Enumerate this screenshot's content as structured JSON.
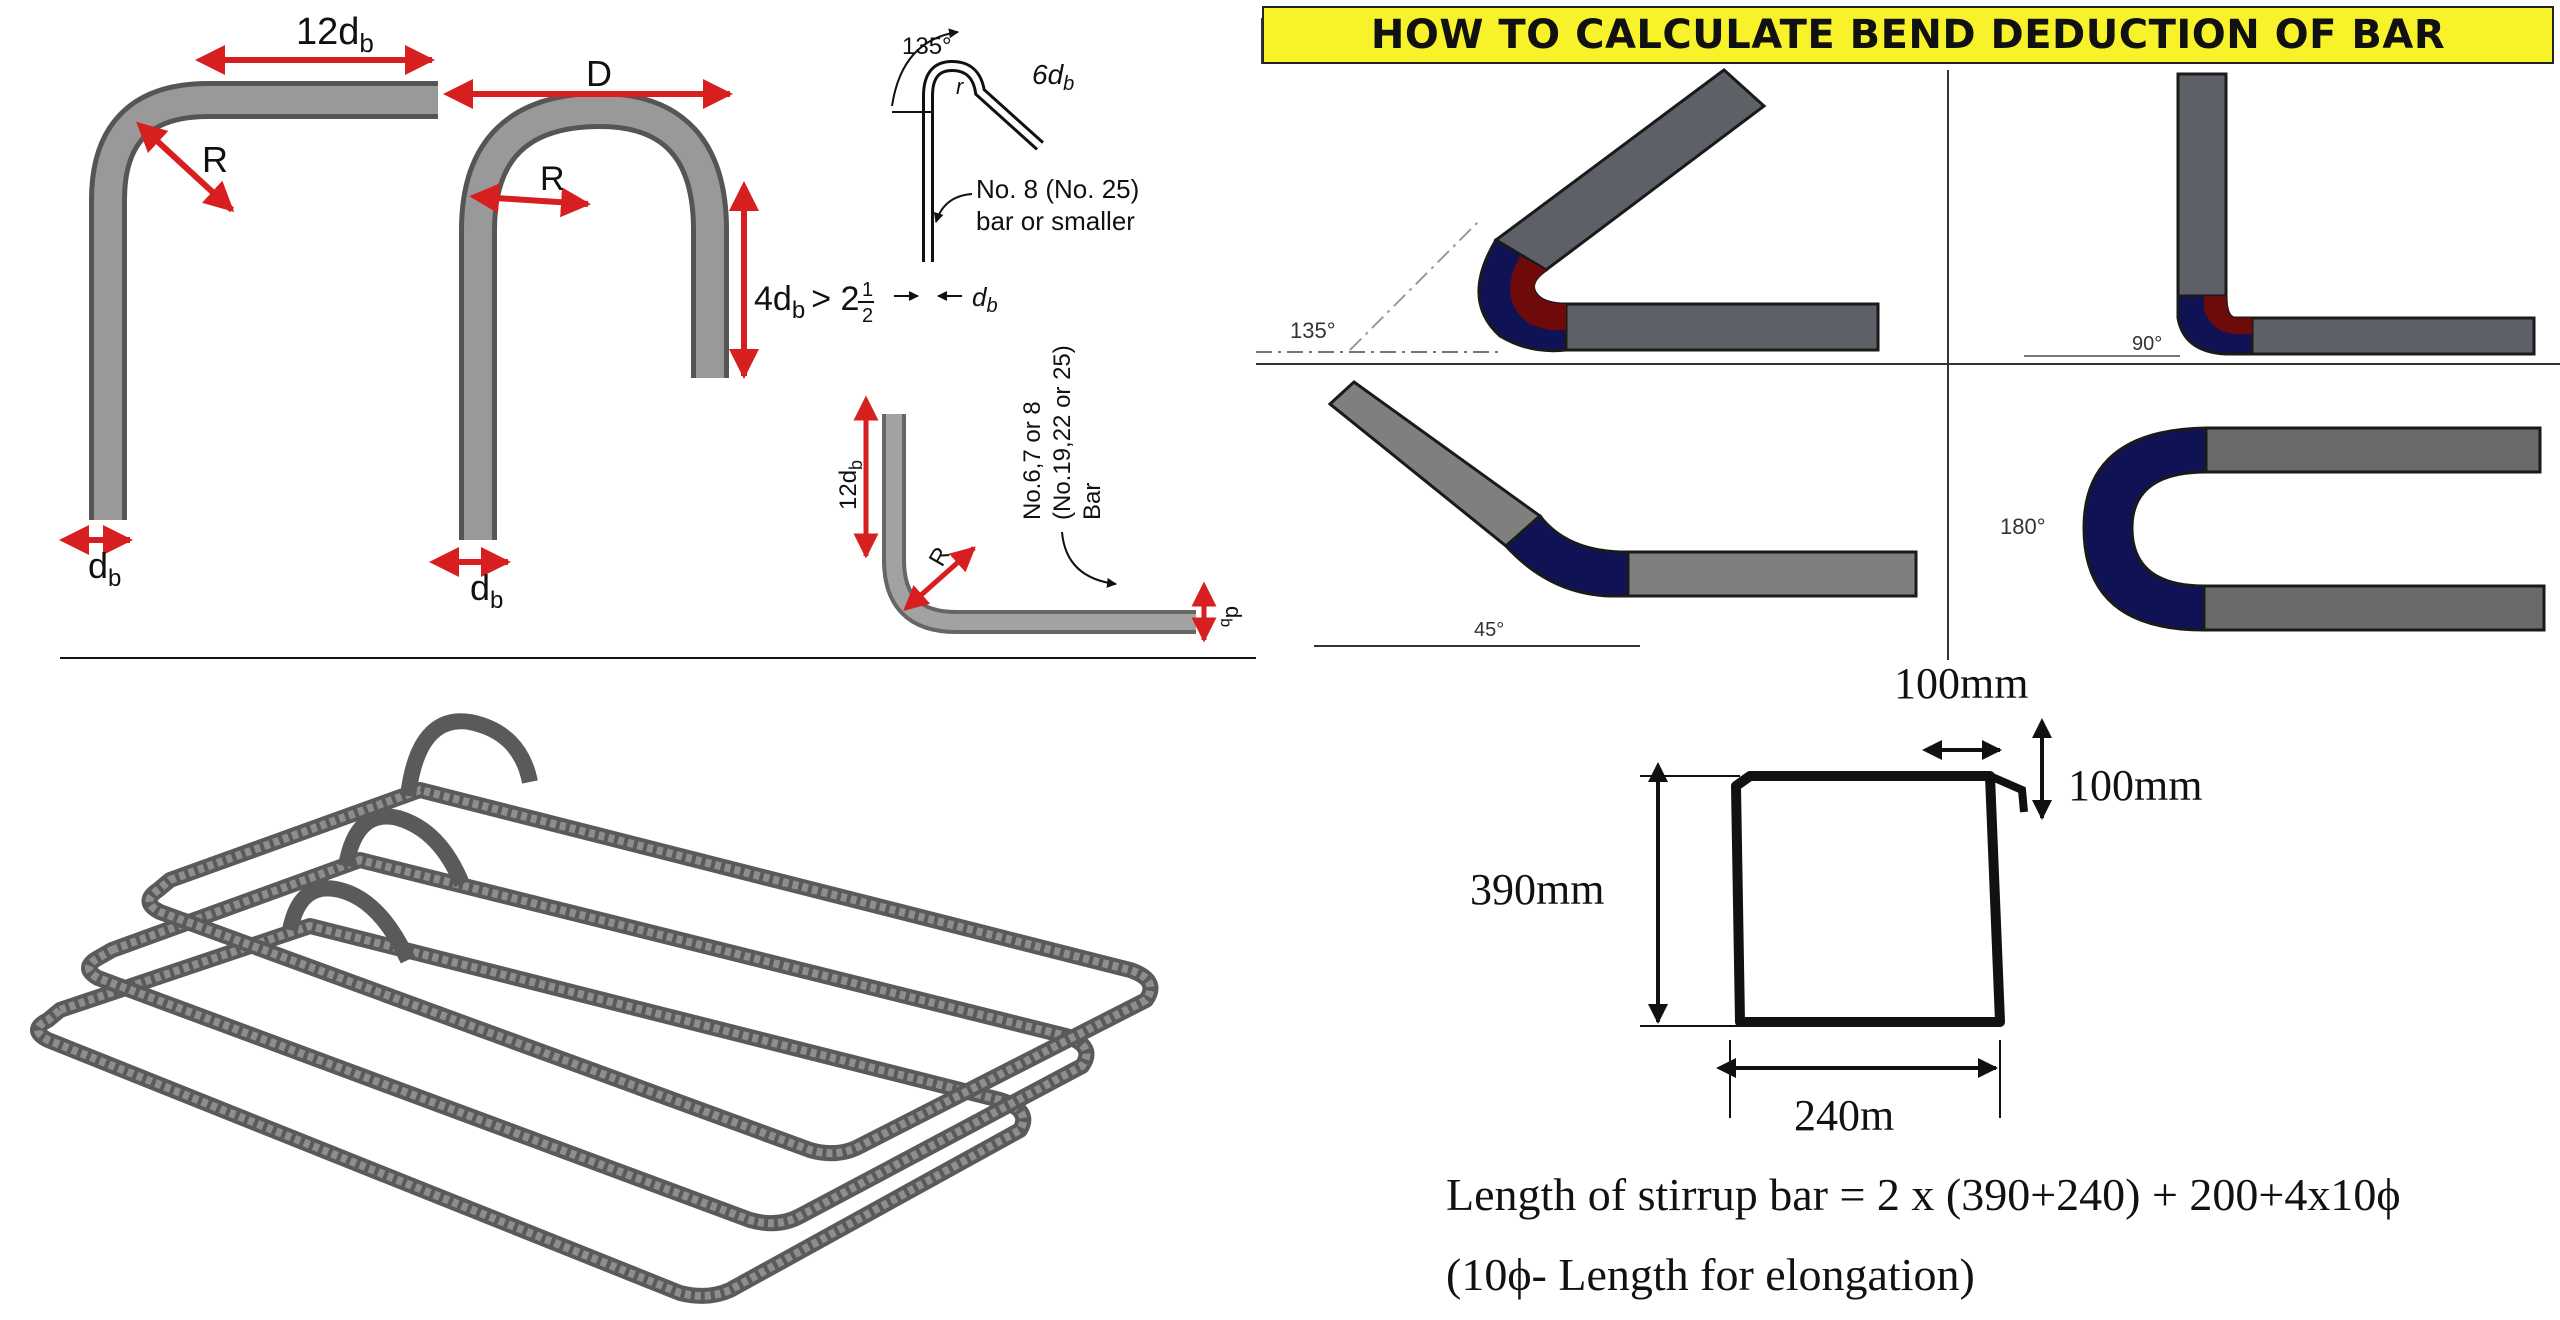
{
  "title": "HOW TO CALCULATE BEND DEDUCTION OF BAR",
  "hook_diagrams": {
    "hook90": {
      "top_label": "12d",
      "top_sub": "b",
      "radius": "R",
      "bar_label": "d",
      "bar_sub": "b"
    },
    "hook180": {
      "top_label": "D",
      "radius": "R",
      "extension_label": "4d",
      "extension_sub": "b",
      "extension_tail": "> 2",
      "frac_num": "1",
      "frac_den": "2",
      "bar_label": "d",
      "bar_sub": "b"
    },
    "hook135": {
      "angle": "135°",
      "ext_label": "6d",
      "ext_sub": "b",
      "radius": "r",
      "note_line1": "No. 8 (No. 25)",
      "note_line2": "bar or smaller",
      "bar_label": "d",
      "bar_sub": "b"
    },
    "hook90_small": {
      "side_label": "12d",
      "side_sub": "b",
      "radius": "R",
      "note_line1": "No.6,7 or 8",
      "note_line2": "(No.19,22 or 25)",
      "note_line3": "Bar",
      "bar_label": "d",
      "bar_sub": "b"
    }
  },
  "bend_angles": {
    "a135": "135°",
    "a90": "90°",
    "a45": "45°",
    "a180": "180°"
  },
  "stirrup": {
    "hook_width": "100mm",
    "hook_height": "100mm",
    "height": "390mm",
    "width": "240m",
    "formula": "Length of stirrup bar = 2 x (390+240) + 200+4x10ϕ",
    "formula_note": "(10ϕ- Length for elongation)"
  },
  "colors": {
    "arrow_red": "#d81f1f",
    "bar_gray": "#5e6068",
    "bend_navy": "#0f1255",
    "bend_red": "#6e0a0a",
    "banner_yellow": "#f7f22a"
  }
}
